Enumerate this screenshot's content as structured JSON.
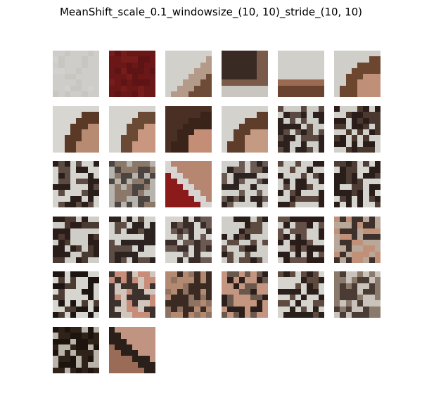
{
  "figure": {
    "title": "MeanShift_scale_0.1_windowsize_(10, 10)_stride_(10, 10)"
  },
  "patches": [
    {
      "pattern": "plain",
      "c1": "#cfcdc9",
      "c2": "#c8c6c1",
      "c3": "#d3d1cd"
    },
    {
      "pattern": "plain",
      "c1": "#6b1717",
      "c2": "#5e1414",
      "c3": "#761d1c"
    },
    {
      "pattern": "diag-br",
      "c1": "#d2d0cb",
      "c2": "#b49a88",
      "c3": "#6d4b36"
    },
    {
      "pattern": "dark-top",
      "c1": "#c9c5bf",
      "c2": "#3a2a24",
      "c3": "#7a5a48"
    },
    {
      "pattern": "bottom-band",
      "c1": "#d1cfca",
      "c2": "#9a6a52",
      "c3": "#6a4230"
    },
    {
      "pattern": "arc-tl",
      "c1": "#d0cec9",
      "c2": "#6d4630",
      "c3": "#c08f78"
    },
    {
      "pattern": "arc-r",
      "c1": "#d8d6d1",
      "c2": "#5a3a26",
      "c3": "#b78a72"
    },
    {
      "pattern": "arc-r",
      "c1": "#d6d4cf",
      "c2": "#6b4a35",
      "c3": "#c9977f"
    },
    {
      "pattern": "arc-tl",
      "c1": "#4a3024",
      "c2": "#3a2419",
      "c3": "#c38d76"
    },
    {
      "pattern": "arc-tl",
      "c1": "#d4d2cd",
      "c2": "#5e3d2a",
      "c3": "#c59a83"
    },
    {
      "pattern": "noisy",
      "c1": "#cfcdc8",
      "c2": "#2c211d",
      "c3": "#5b4a42"
    },
    {
      "pattern": "noisy",
      "c1": "#d3d1cc",
      "c2": "#2a1d19",
      "c3": "#4a382f"
    },
    {
      "pattern": "noisy",
      "c1": "#d6d4cf",
      "c2": "#2a1e1a",
      "c3": "#5c4b43"
    },
    {
      "pattern": "mixed",
      "c1": "#b7b4ae",
      "c2": "#4b4440",
      "c3": "#8c7868"
    },
    {
      "pattern": "red-stripe",
      "c1": "#8b1a1a",
      "c2": "#d7d4d1",
      "c3": "#b68670"
    },
    {
      "pattern": "noisy",
      "c1": "#d1cfca",
      "c2": "#2d2320",
      "c3": "#6a5a52"
    },
    {
      "pattern": "noisy",
      "c1": "#d3d1cc",
      "c2": "#2c1f1b",
      "c3": "#5a463c"
    },
    {
      "pattern": "noisy",
      "c1": "#d7d5d0",
      "c2": "#2a1e1a",
      "c3": "#4e3d34"
    },
    {
      "pattern": "noisy",
      "c1": "#cfcdc8",
      "c2": "#2b1e1a",
      "c3": "#4a3a32"
    },
    {
      "pattern": "noisy",
      "c1": "#d4d2cd",
      "c2": "#2c2220",
      "c3": "#5c4c44"
    },
    {
      "pattern": "noisy",
      "c1": "#d6d4cf",
      "c2": "#3a2d29",
      "c3": "#6a5a52"
    },
    {
      "pattern": "noisy",
      "c1": "#d0cec9",
      "c2": "#2a1e1a",
      "c3": "#5d4b42"
    },
    {
      "pattern": "noisy",
      "c1": "#d3d1cc",
      "c2": "#2a1d19",
      "c3": "#655048"
    },
    {
      "pattern": "mixed",
      "c1": "#b9a79a",
      "c2": "#3e312b",
      "c3": "#c19078"
    },
    {
      "pattern": "noisy",
      "c1": "#d7d5d0",
      "c2": "#1d1512",
      "c3": "#4c3b33"
    },
    {
      "pattern": "mixed",
      "c1": "#c88d78",
      "c2": "#3c312d",
      "c3": "#d1c6bd"
    },
    {
      "pattern": "noisy",
      "c1": "#b48971",
      "c2": "#3a2a22",
      "c3": "#8e7262"
    },
    {
      "pattern": "noisy",
      "c1": "#c49681",
      "c2": "#2b1f1b",
      "c3": "#6b584d"
    },
    {
      "pattern": "noisy",
      "c1": "#d6d4cf",
      "c2": "#2a1f1a",
      "c3": "#5e4a3f"
    },
    {
      "pattern": "mixed",
      "c1": "#c9c3bb",
      "c2": "#4a3c34",
      "c3": "#8a7a6c"
    },
    {
      "pattern": "noisy",
      "c1": "#2e2219",
      "c2": "#1d140f",
      "c3": "#b9b3aa"
    },
    {
      "pattern": "diag-mouth",
      "c1": "#c09480",
      "c2": "#2b1f1a",
      "c3": "#9a6c58"
    }
  ]
}
